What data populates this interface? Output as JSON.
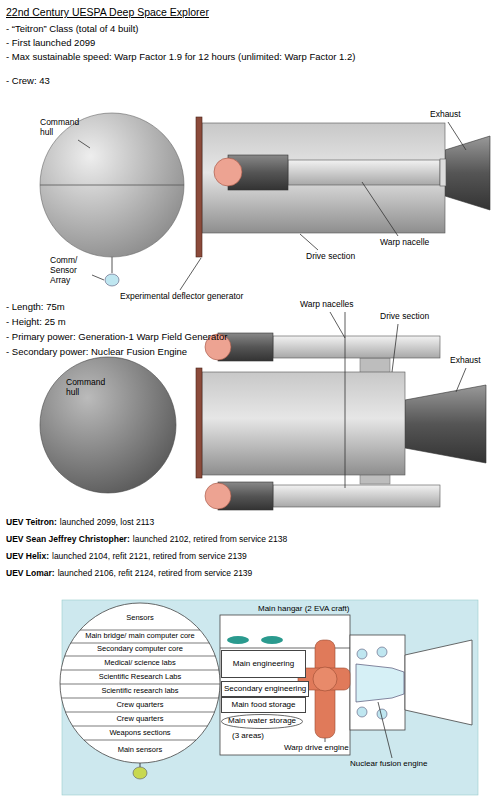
{
  "diagram": {
    "title": "22nd Century UESPA Deep Space Explorer",
    "nodes": [
      {
        "text": [
          "Sensors"
        ]
      },
      {
        "text": [
          "Main bridge/ main computer core"
        ]
      },
      {
        "text": [
          "Secondary computer core"
        ]
      },
      {
        "text": [
          "Medical/ science labs"
        ]
      },
      {
        "text": [
          "Scientific Research Labs"
        ]
      },
      {
        "text": [
          "Scientific research labs"
        ]
      },
      {
        "text": [
          "Crew quarters"
        ]
      },
      {
        "text": [
          "Crew quarters"
        ]
      },
      {
        "text": [
          "Weapons sections"
        ]
      },
      {
        "text": [
          "Main sensors"
        ]
      },
      {
        "text": [
          "Main engineering"
        ]
      },
      {
        "text": [
          "Secondary engineering"
        ]
      },
      {
        "text": [
          "Main food storage"
        ]
      },
      {
        "text": [
          "Main water storage"
        ]
      }
    ],
    "labels": [
      "- “Teitron” Class (total of 4 built)",
      "- First launched 2099",
      "- Max sustainable speed: Warp Factor 1.9 for 12 hours (unlimited: Warp Factor 1.2)",
      "- Crew: 43",
      "Command hull",
      "Comm/ Sensor Array",
      "Experimental deflector generator",
      "Exhaust",
      "Warp nacelle",
      "Drive section",
      "- Length: 75m",
      "- Height: 25 m",
      "- Primary power: Generation-1 Warp Field Generator",
      "- Secondary power: Nuclear Fusion Engine",
      "Warp nacelles",
      "Drive section",
      "Command hull",
      "Exhaust",
      "UEV Teitron:",
      "launched 2099, lost 2113",
      "UEV Sean Jeffrey Christopher:",
      "launched 2102, retired from service 2138",
      "UEV Helix:",
      "launched 2104, refit 2121, retired from service 2139",
      "UEV Lomar:",
      "launched 2106, refit 2124, retired from service 2139",
      "Main hangar (2 EVA craft)",
      "(3 areas)",
      "Warp drive engine",
      "Nuclear fusion engine"
    ]
  }
}
